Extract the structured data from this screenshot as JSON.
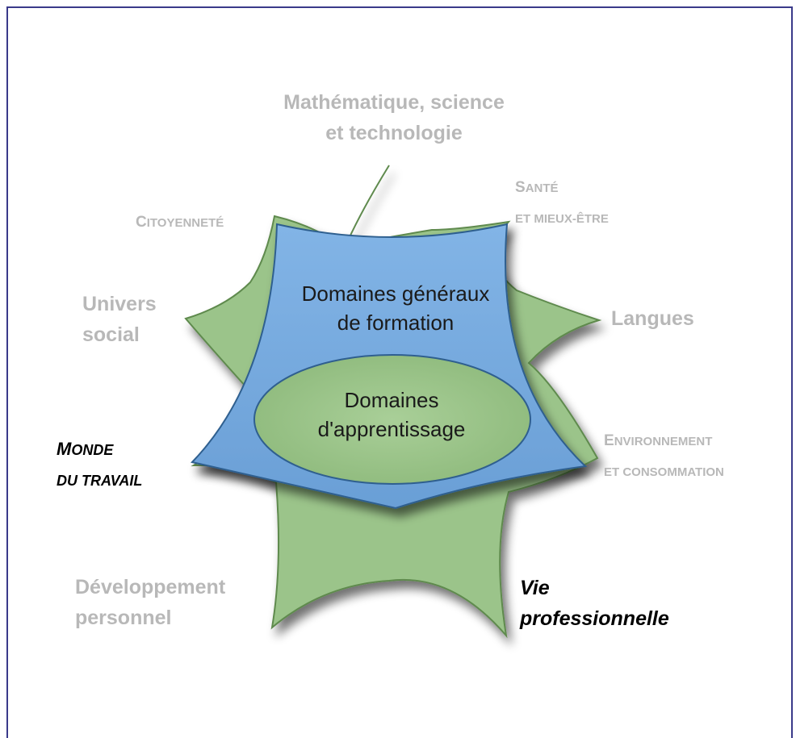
{
  "diagram": {
    "colors": {
      "star_fill": "#9bc48a",
      "star_stroke": "#5e8a4e",
      "shield_fill": "#72a7dc",
      "shield_stroke": "#2f5f8f",
      "ellipse_fill": "#9bc48a",
      "label_gray": "#b8b8b8",
      "label_dark": "#000000"
    },
    "center": {
      "outer_line1": "Domaines généraux",
      "outer_line2": "de formation",
      "inner_line1": "Domaines",
      "inner_line2": "d'apprentissage"
    },
    "labels": {
      "math": {
        "line1": "Mathématique, science",
        "line2": "et technologie"
      },
      "sante": {
        "line1_cap": "S",
        "line1_rest": "ANTÉ",
        "line2_cap": "",
        "line2_rest": "ET MIEUX-ÊTRE"
      },
      "citoyennete": {
        "cap": "C",
        "rest": "ITOYENNETÉ"
      },
      "univers": {
        "line1": "Univers",
        "line2": "social"
      },
      "langues": {
        "text": "Langues"
      },
      "monde": {
        "line1_cap": "M",
        "line1_rest": "ONDE",
        "line2": "DU TRAVAIL"
      },
      "environnement": {
        "line1_cap": "E",
        "line1_rest": "NVIRONNEMENT",
        "line2": "ET CONSOMMATION"
      },
      "developpement": {
        "line1": "Développement",
        "line2": "personnel"
      },
      "vie": {
        "line1": "Vie",
        "line2": "professionnelle"
      }
    }
  }
}
